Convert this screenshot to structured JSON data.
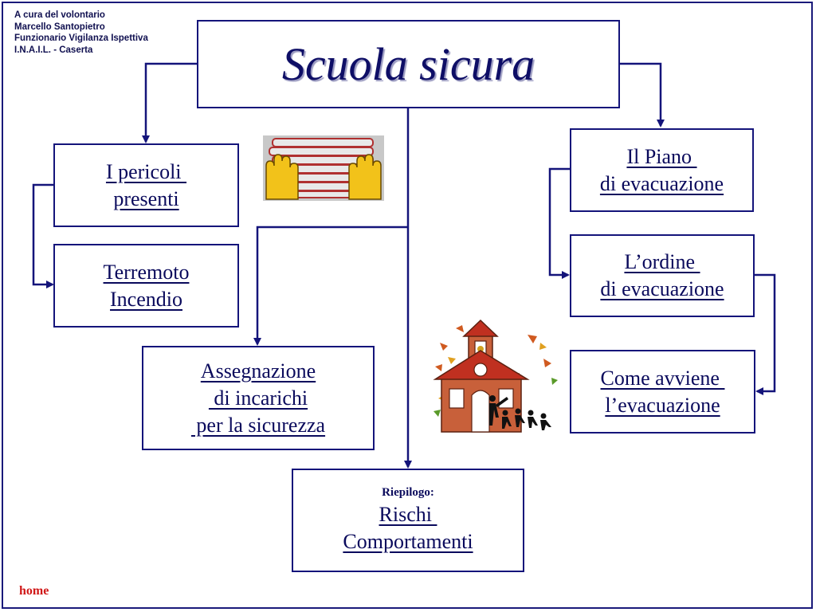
{
  "credit": {
    "line1": "A cura del volontario",
    "line2": "Marcello Santopietro",
    "line3": "Funzionario Vigilanza Ispettiva",
    "line4": "I.N.A.I.L. - Caserta"
  },
  "title": "Scuola sicura",
  "boxes": {
    "pericoli": {
      "l1": "I pericoli ",
      "l2": "presenti"
    },
    "terremoto": {
      "l1": "Terremoto",
      "l2": "Incendio"
    },
    "assegnazione": {
      "l1": "Assegnazione",
      "l2": " di incarichi",
      "l3": " per la sicurezza"
    },
    "riepilogo": {
      "label": "Riepilogo:",
      "l1": "Rischi ",
      "l2": "Comportamenti"
    },
    "piano": {
      "l1": "Il Piano ",
      "l2": "di evacuazione"
    },
    "ordine": {
      "l1": "L’ordine ",
      "l2": "di evacuazione"
    },
    "avviene": {
      "l1": "Come avviene ",
      "l2": "l’evacuazione"
    }
  },
  "home": "home",
  "colors": {
    "border": "#14147a",
    "text": "#0a0a5c",
    "home": "#d01818"
  },
  "icons": {
    "books": "books-with-hands-icon",
    "school": "school-evacuation-icon"
  }
}
